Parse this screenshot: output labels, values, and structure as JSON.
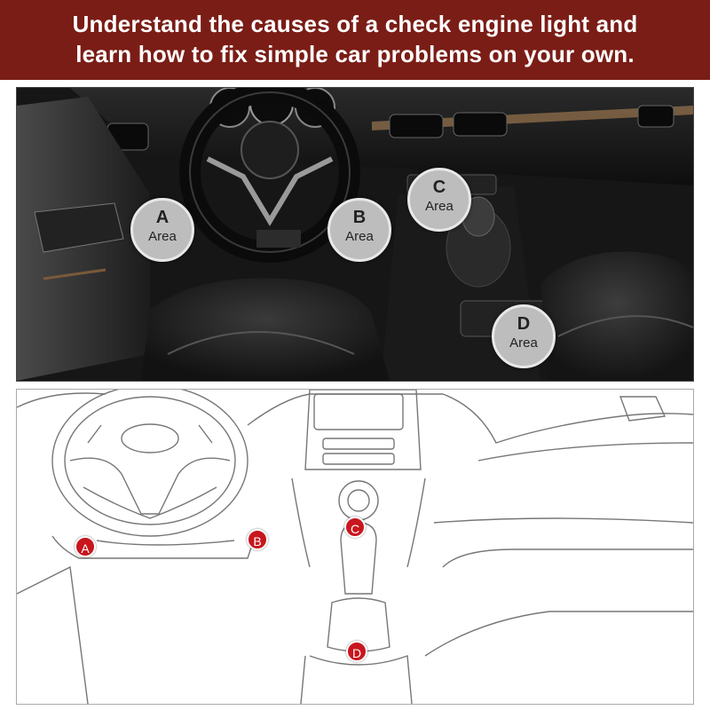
{
  "banner": {
    "line1": "Understand the causes of a check engine light and",
    "line2": "learn how to fix simple car problems on your own.",
    "background": "#7a1d16"
  },
  "photo_badges": [
    {
      "letter": "A",
      "word": "Area"
    },
    {
      "letter": "B",
      "word": "Area"
    },
    {
      "letter": "C",
      "word": "Area"
    },
    {
      "letter": "D",
      "word": "Area"
    }
  ],
  "sketch_markers": [
    {
      "letter": "A"
    },
    {
      "letter": "B"
    },
    {
      "letter": "C"
    },
    {
      "letter": "D"
    }
  ],
  "colors": {
    "marker": "#c8161d",
    "badge": "#bdbdbd"
  }
}
